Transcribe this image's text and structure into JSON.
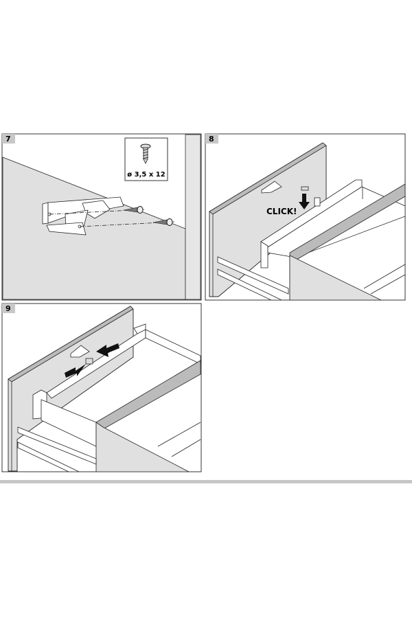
{
  "steps": [
    {
      "number": "7",
      "screw_spec": "ø 3,5 x 12"
    },
    {
      "number": "8",
      "callout": "CLICK!"
    },
    {
      "number": "9"
    }
  ],
  "colors": {
    "panel_gray": "#e0e0e0",
    "line": "#222222",
    "label_bg": "#c8c8c8",
    "divider": "#c6c6c6"
  }
}
